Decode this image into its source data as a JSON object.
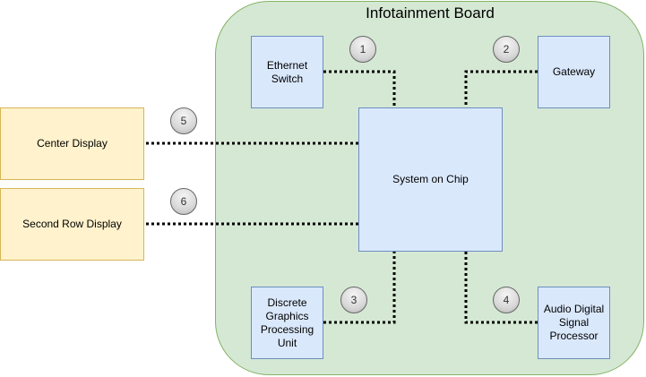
{
  "board": {
    "title": "Infotainment Board"
  },
  "nodes": {
    "ethernet_switch": "Ethernet Switch",
    "gateway": "Gateway",
    "soc": "System on Chip",
    "dgpu": "Discrete Graphics Processing Unit",
    "audio_dsp": "Audio Digital Signal Processor",
    "center_display": "Center Display",
    "second_row_display": "Second Row Display"
  },
  "badges": [
    "1",
    "2",
    "3",
    "4",
    "5",
    "6"
  ],
  "colors": {
    "board_fill": "#d5e8d4",
    "board_stroke": "#82b366",
    "component_fill": "#dae8fc",
    "component_stroke": "#6c8ebf",
    "display_fill": "#fff2cc",
    "display_stroke": "#d6b656"
  },
  "links": [
    {
      "from": "ethernet_switch",
      "to": "soc",
      "badge": "1",
      "style": "dotted"
    },
    {
      "from": "gateway",
      "to": "soc",
      "badge": "2",
      "style": "dotted"
    },
    {
      "from": "dgpu",
      "to": "soc",
      "badge": "3",
      "style": "dotted"
    },
    {
      "from": "audio_dsp",
      "to": "soc",
      "badge": "4",
      "style": "dotted"
    },
    {
      "from": "center_display",
      "to": "soc",
      "badge": "5",
      "style": "dotted"
    },
    {
      "from": "second_row_display",
      "to": "soc",
      "badge": "6",
      "style": "dotted"
    }
  ]
}
